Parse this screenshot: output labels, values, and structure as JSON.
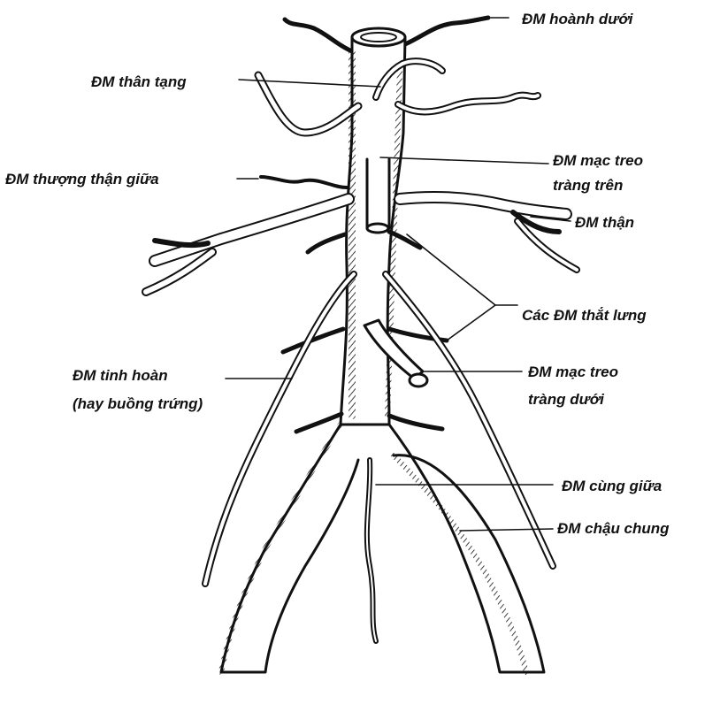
{
  "diagram": {
    "colors": {
      "ink": "#111111",
      "paper": "#ffffff"
    },
    "labels": {
      "inferior_phrenic": "ĐM hoành dưới",
      "celiac_trunk": "ĐM thân tạng",
      "superior_mesenteric_line1": "ĐM mạc treo",
      "superior_mesenteric_line2": "tràng trên",
      "middle_suprarenal": "ĐM thượng thận giữa",
      "renal": "ĐM thận",
      "lumbar": "Các ĐM thắt lưng",
      "testicular_line1": "ĐM tinh hoàn",
      "testicular_line2": "(hay buồng trứng)",
      "inferior_mesenteric_line1": "ĐM mạc treo",
      "inferior_mesenteric_line2": "tràng dưới",
      "median_sacral": "ĐM cùng giữa",
      "common_iliac": "ĐM chậu chung"
    }
  }
}
